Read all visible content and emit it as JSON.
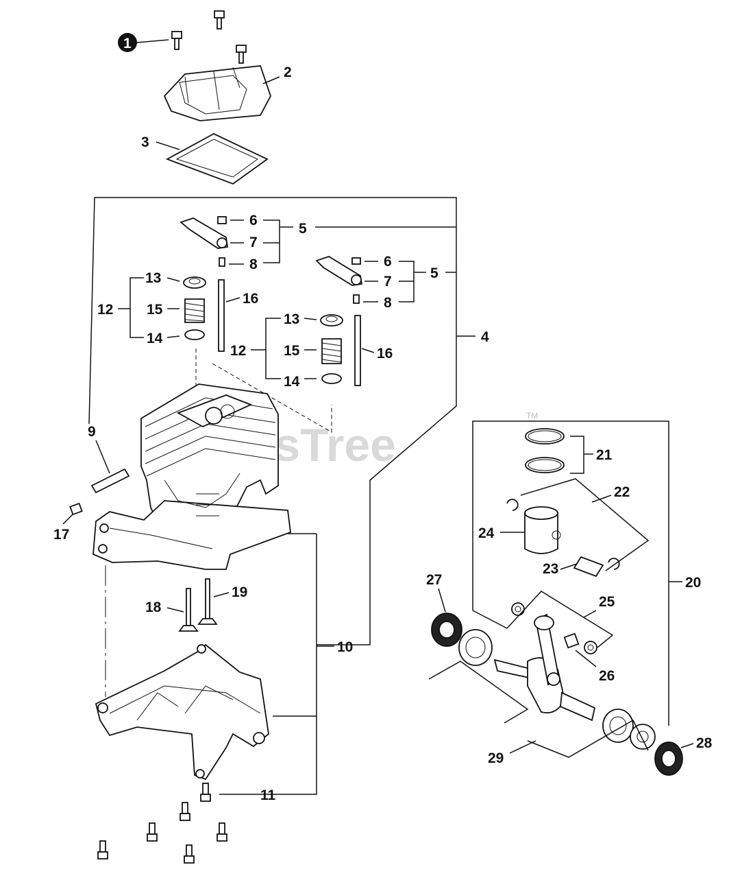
{
  "watermark": {
    "text": "PartsTree",
    "tm": "TM"
  },
  "callouts": {
    "c1": "1",
    "c2": "2",
    "c3": "3",
    "c4": "4",
    "c5a": "5",
    "c5b": "5",
    "c6a": "6",
    "c6b": "6",
    "c7a": "7",
    "c7b": "7",
    "c8a": "8",
    "c8b": "8",
    "c9": "9",
    "c10": "10",
    "c11": "11",
    "c12a": "12",
    "c12b": "12",
    "c13a": "13",
    "c13b": "13",
    "c14a": "14",
    "c14b": "14",
    "c15a": "15",
    "c15b": "15",
    "c16a": "16",
    "c16b": "16",
    "c17": "17",
    "c18": "18",
    "c19": "19",
    "c20": "20",
    "c21": "21",
    "c22": "22",
    "c23": "23",
    "c24": "24",
    "c25": "25",
    "c26": "26",
    "c27": "27",
    "c28": "28",
    "c29": "29"
  },
  "colors": {
    "ink": "#111111",
    "watermark": "#d0d0d0",
    "badge": "#111111"
  }
}
